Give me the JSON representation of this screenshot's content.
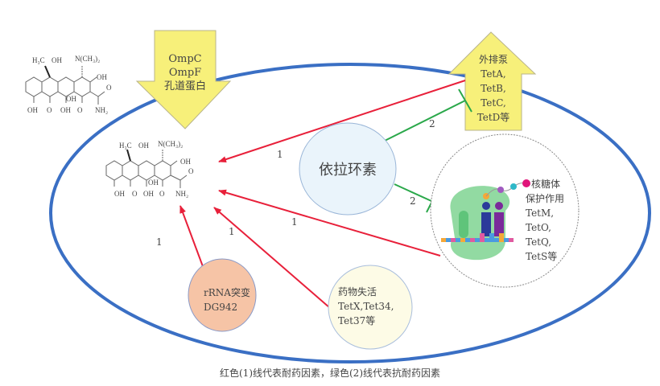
{
  "diagram": {
    "caption": "红色(1)线代表耐药因素，绿色(2)线代表抗耐药因素",
    "colors": {
      "cell_membrane": "#3a6fc4",
      "resistance_line": "#e8203a",
      "anti_resistance_line": "#2aa84a",
      "arrow_fill": "#f7f07a",
      "eravacycline_fill": "#eaf4fb",
      "rrna_fill": "#f6c4a6",
      "inactivation_fill": "#fdfbe6",
      "ribosome_fill": "#7fd392"
    },
    "molecule_outside": {
      "name": "tetracycline-outside",
      "labels": [
        "H₃C",
        "OH",
        "N(CH₃)₂",
        "OH",
        "OH",
        "O",
        "OH",
        "OH",
        "O",
        "NH₂",
        "O"
      ]
    },
    "molecule_inside": {
      "name": "tetracycline-inside",
      "labels": [
        "H₃C",
        "OH",
        "N(CH₃)₂",
        "OH",
        "OH",
        "O",
        "OH",
        "OH",
        "O",
        "NH₂",
        "O"
      ]
    },
    "porin_arrow": {
      "lines": [
        "OmpC",
        "OmpF",
        "孔道蛋白"
      ]
    },
    "efflux_arrow": {
      "lines": [
        "外排泵",
        "TetA,",
        "TetB,",
        "TetC,",
        "TetD等"
      ]
    },
    "eravacycline": {
      "label": "依拉环素"
    },
    "ribosome_protection": {
      "lines": [
        "核糖体",
        "保护作用",
        "TetM,",
        "TetO,",
        "TetQ,",
        "TetS等"
      ]
    },
    "rrna_mutation": {
      "lines": [
        "rRNA突变",
        "DG942"
      ]
    },
    "drug_inactivation": {
      "lines": [
        "药物失活",
        "TetX,Tet34,",
        "Tet37等"
      ]
    },
    "edge_labels": {
      "efflux_to_drug": "1",
      "ribosome_to_drug": "1",
      "inactivation_to_drug": "1",
      "rrna_to_drug": "1",
      "eravacycline_to_efflux": "2",
      "eravacycline_to_ribosome": "2"
    }
  }
}
